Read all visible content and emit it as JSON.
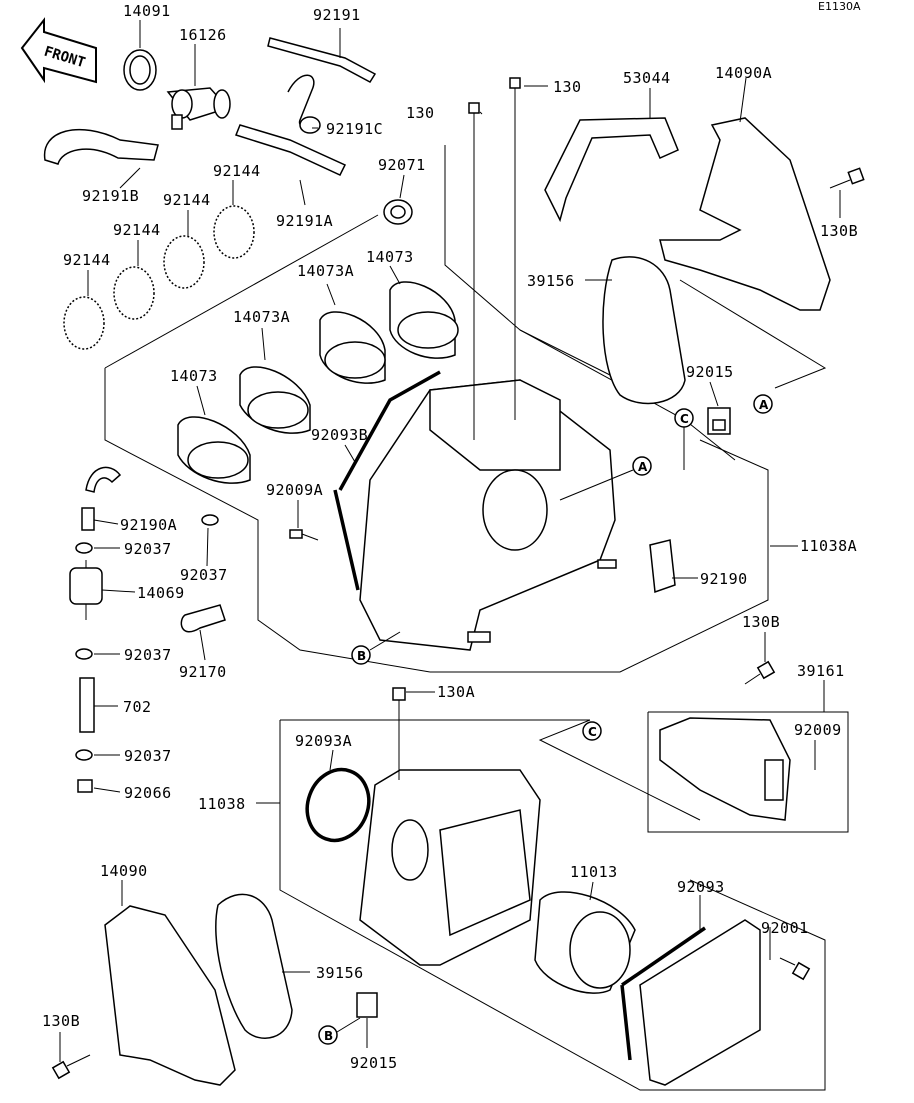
{
  "diagram": {
    "ref_code": "E1130A",
    "front_label": "FRONT",
    "part_labels": [
      "14091",
      "16126",
      "92191",
      "92191C",
      "92191B",
      "92144",
      "92144",
      "92144",
      "92144",
      "92191A",
      "92071",
      "14073",
      "14073A",
      "14073A",
      "14073",
      "92093B",
      "92009A",
      "130",
      "130",
      "53044",
      "14090A",
      "130B",
      "39156",
      "92015",
      "11038A",
      "92190",
      "92190A",
      "92037",
      "92037",
      "14069",
      "92170",
      "92037",
      "702",
      "92037",
      "92066",
      "130B",
      "39161",
      "92009",
      "130A",
      "92093A",
      "11038",
      "11013",
      "92093",
      "92001",
      "14090",
      "39156",
      "130B",
      "92015"
    ],
    "callouts": [
      "A",
      "A",
      "B",
      "B",
      "C",
      "C"
    ]
  }
}
